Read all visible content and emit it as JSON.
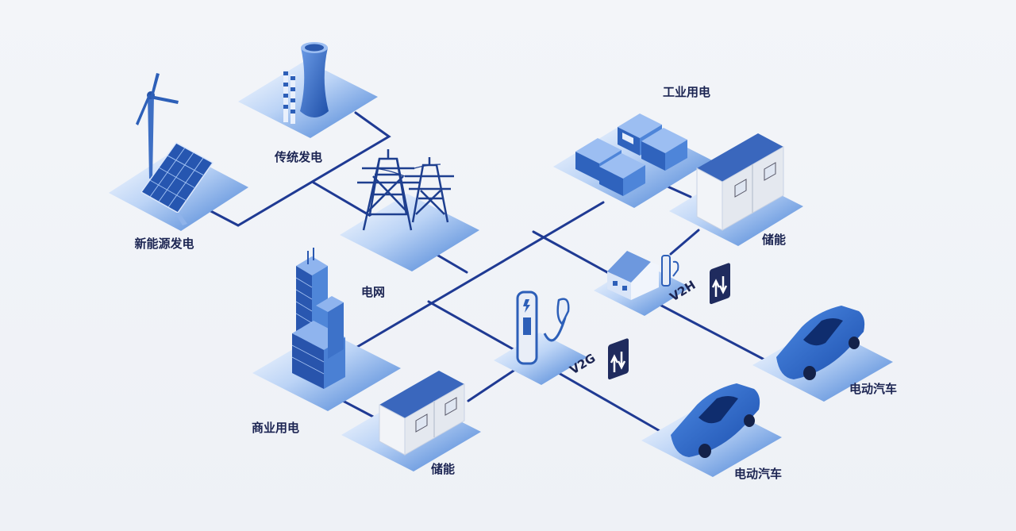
{
  "labels": {
    "new_energy": "新能源发电",
    "traditional": "传统发电",
    "grid": "电网",
    "industrial": "工业用电",
    "storage_top": "储能",
    "commercial": "商业用电",
    "storage_bottom": "储能",
    "ev_right": "电动汽车",
    "ev_bottom": "电动汽车"
  },
  "tags": {
    "v2h": "V2H",
    "v2g": "V2G"
  },
  "colors": {
    "line": "#1f3a93",
    "label": "#1b2452",
    "platform_light": "#e3edfb",
    "platform_dark": "#4f86d6",
    "car_body": "#2f6fd1",
    "badge": "#1f2b5e"
  }
}
